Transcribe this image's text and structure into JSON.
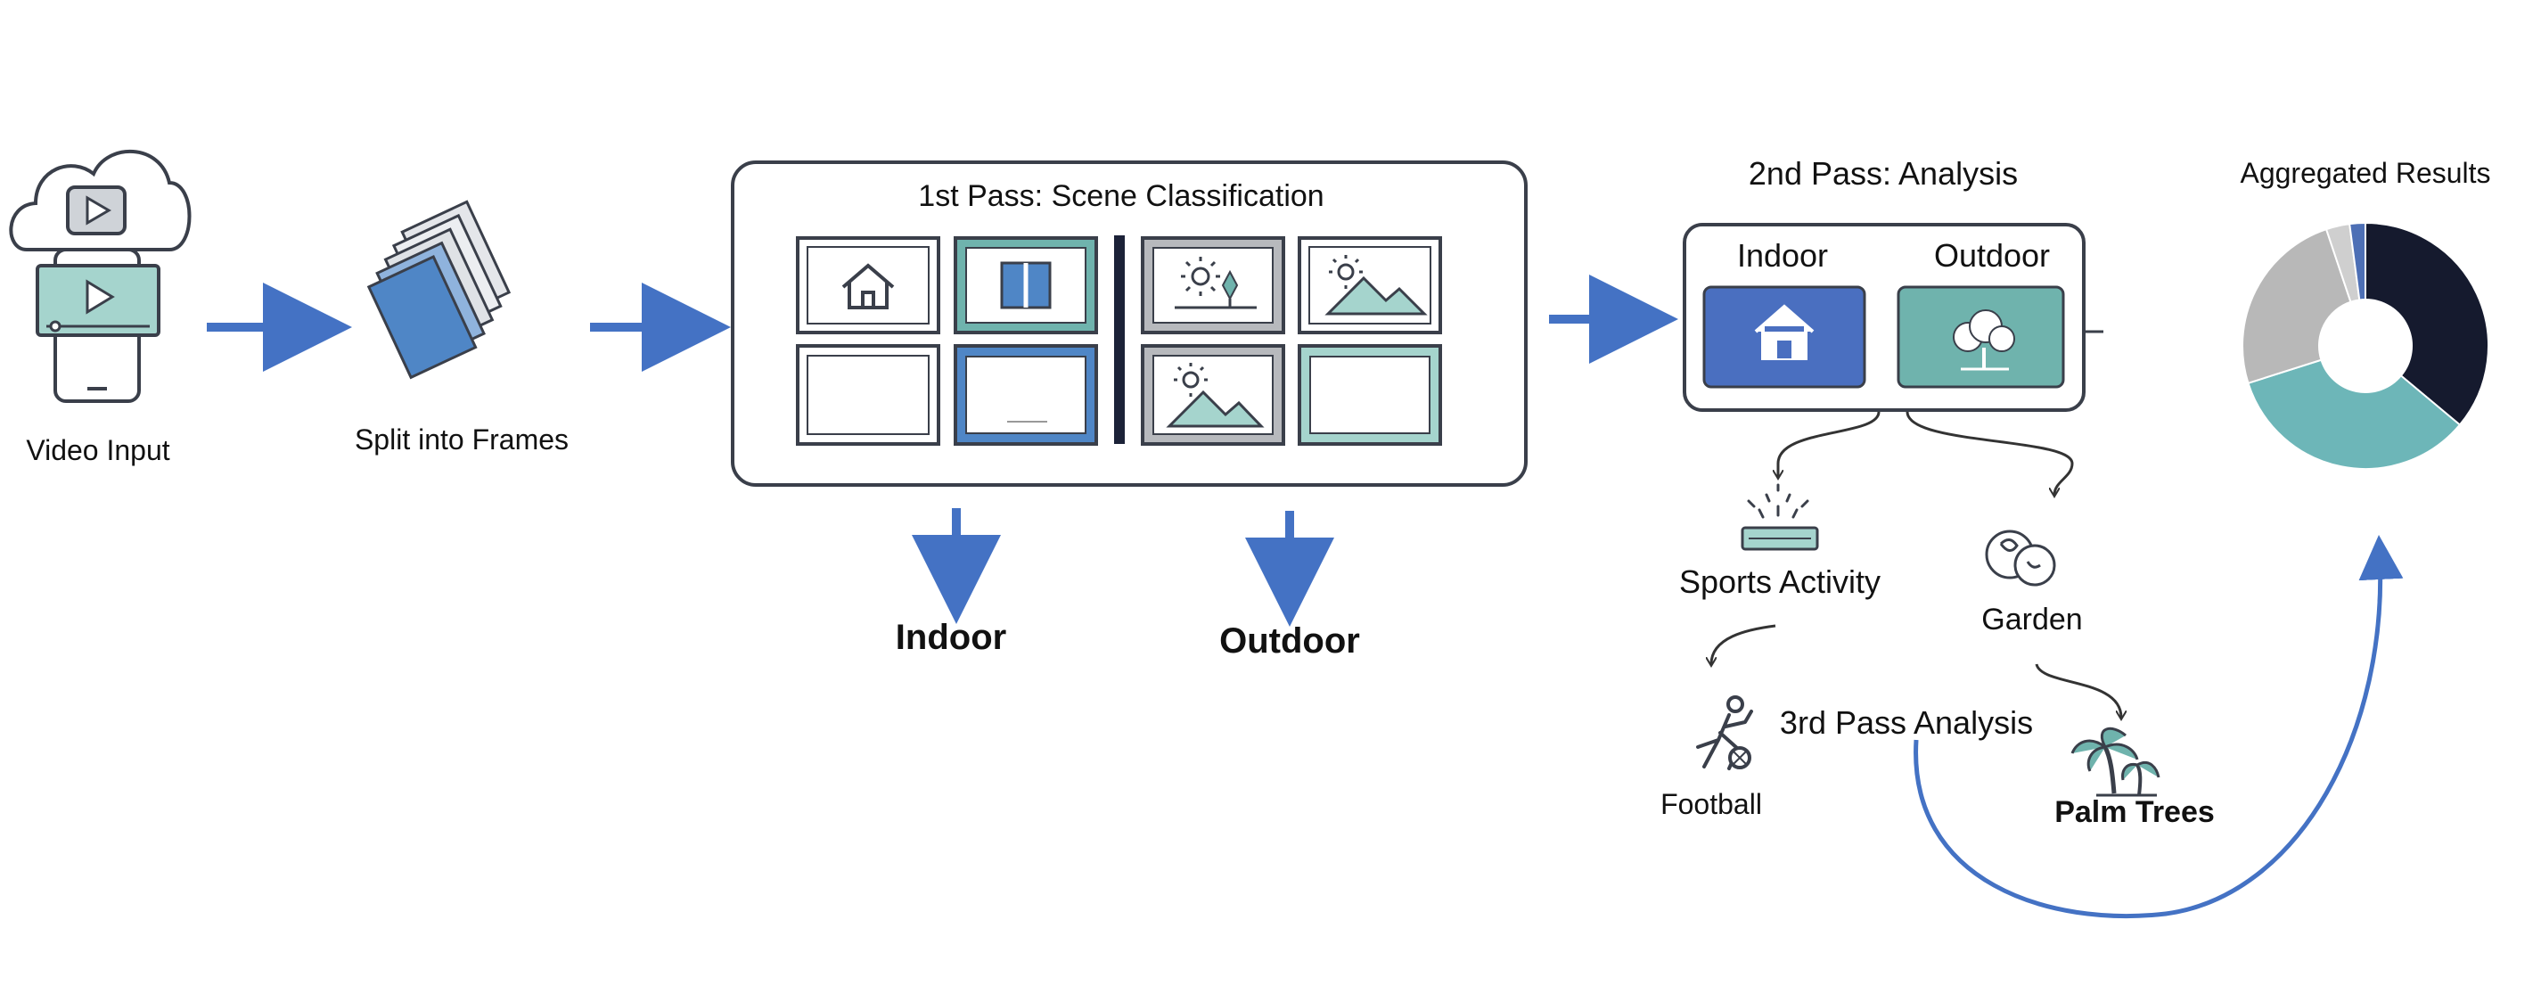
{
  "labels": {
    "video_input": "Video Input",
    "split_frames": "Split into Frames",
    "first_pass_title": "1st Pass: Scene Classification",
    "indoor_out": "Indoor",
    "outdoor_out": "Outdoor",
    "second_pass_title": "2nd Pass: Analysis",
    "second_indoor": "Indoor",
    "second_outdoor": "Outdoor",
    "sports_activity": "Sports Activity",
    "garden": "Garden",
    "football": "Football",
    "third_pass": "3rd Pass Analysis",
    "palm_trees": "Palm Trees",
    "aggregated": "Aggregated Results"
  },
  "colors": {
    "arrow_blue": "#4472c4",
    "indoor_blue": "#4a6fc0",
    "teal": "#6fb3ad",
    "teal_light": "#a5d4cd",
    "navy": "#1c2238",
    "gray": "#b5b5b5",
    "outline": "#3a3f4a"
  },
  "chart_data": {
    "type": "pie",
    "title": "Aggregated Results",
    "donut": true,
    "series": [
      {
        "values": [
          35,
          33,
          24,
          3,
          2
        ]
      }
    ],
    "colors": [
      "#151a2e",
      "#6db6b8",
      "#b8b8b8",
      "#cfcfcf",
      "#4d6fb5"
    ]
  }
}
